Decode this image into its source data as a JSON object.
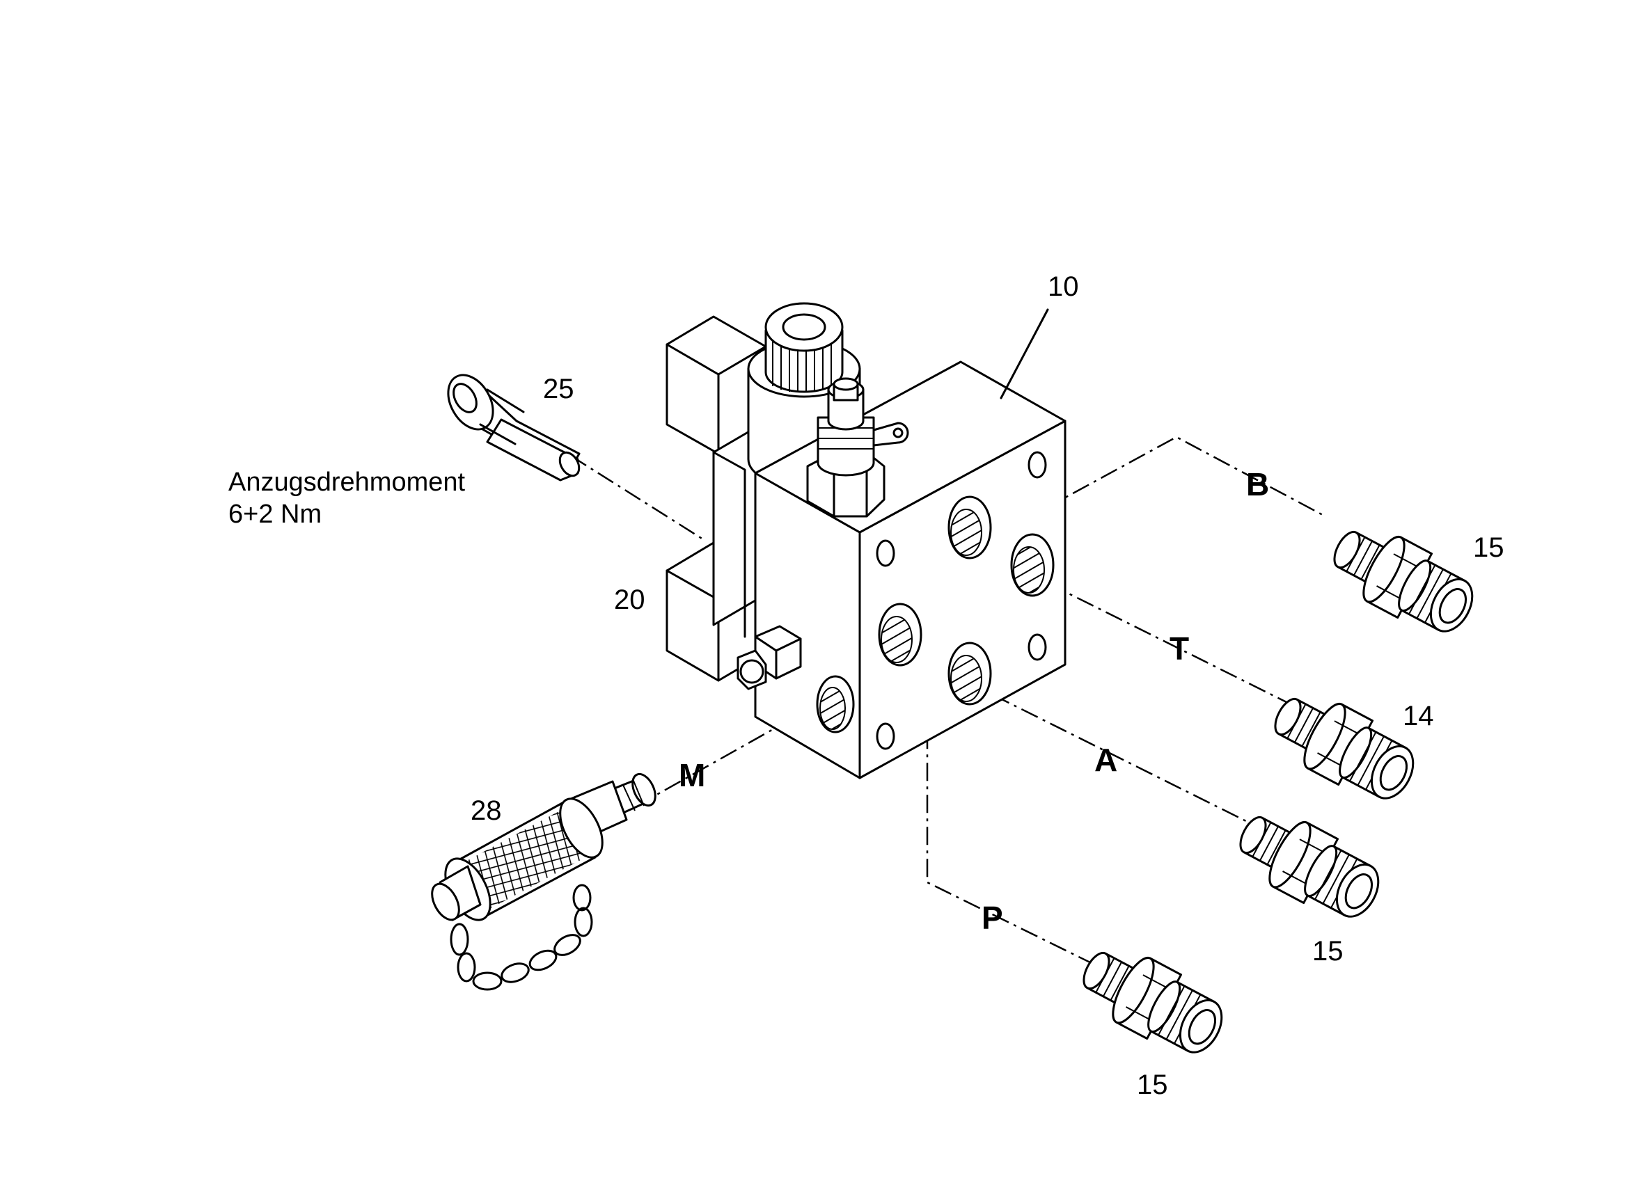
{
  "callouts": {
    "valve_block": "10",
    "solenoid": "20",
    "screw": "25",
    "test_coupling": "28",
    "fitting_b": "15",
    "fitting_t": "14",
    "fitting_a": "15",
    "fitting_p": "15"
  },
  "ports": {
    "b": "B",
    "t": "T",
    "a": "A",
    "p": "P",
    "m": "M"
  },
  "torque_note": {
    "line1": "Anzugsdrehmoment",
    "line2": "6+2 Nm"
  }
}
